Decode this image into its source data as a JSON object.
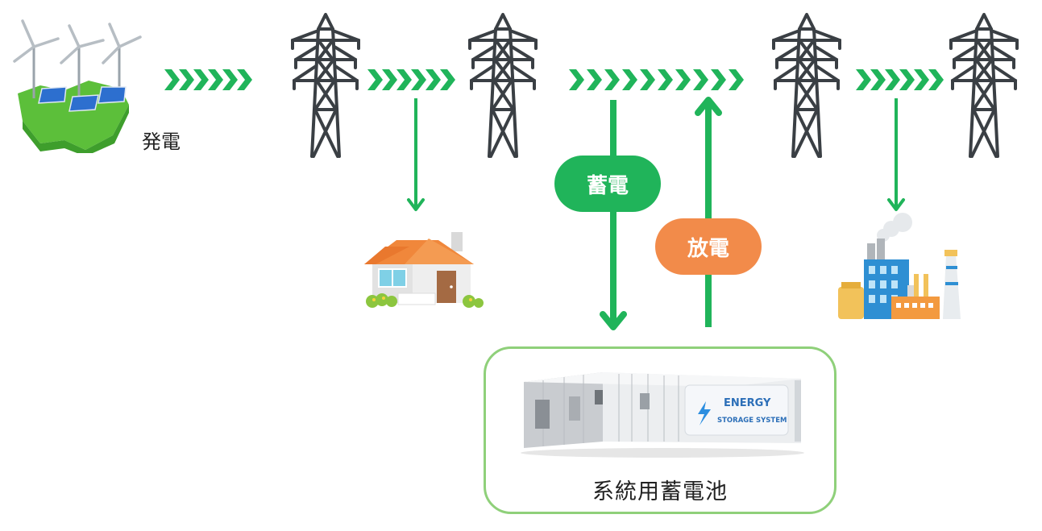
{
  "generation": {
    "label": "発電"
  },
  "flows": {
    "charge_label": "蓄電",
    "discharge_label": "放電"
  },
  "storage": {
    "label": "系統用蓄電池",
    "container_text_line1": "ENERGY",
    "container_text_line2": "STORAGE SYSTEM"
  },
  "colors": {
    "green": "#20b45a",
    "orange": "#f28b4a",
    "box_border": "#8fd07a",
    "tower": "#3a3f44"
  }
}
